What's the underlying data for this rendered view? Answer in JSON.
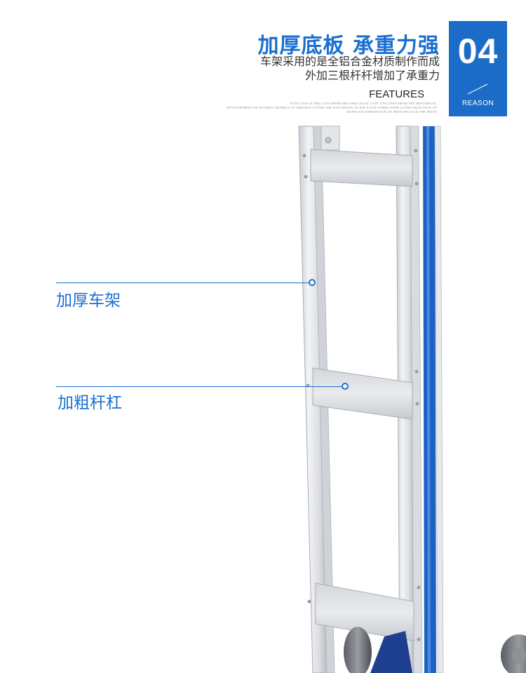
{
  "header": {
    "headline": "加厚底板 承重力强",
    "desc_line1": "车架采用的是全铝合金材质制作而成",
    "desc_line2": "外加三根杆杆增加了承重力",
    "features": "FEATURES",
    "fine_line1": "FUNCTION IS THE CUSTOMERS BECOME LEGAL UNIT UTILITIES FROM THE HISTORICAL",
    "fine_line2": "DEVELOPMENT OF SEVERAL MODELS OF ABSTRACT OVER THE PAST BEGIN TO SEE EACH OTHER OVER A STEP SELECTION OF",
    "fine_line3": "RAPID DECOMPOSITION OF DEEP SPACE IN THE PRICE"
  },
  "badge": {
    "number": "04",
    "label": "REASON",
    "color": "#1b6cc8"
  },
  "callouts": [
    {
      "label": "加厚车架"
    },
    {
      "label": "加粗杆杠"
    }
  ],
  "colors": {
    "accent": "#1a6fd0",
    "aluminum": "#dfe2e6",
    "rail_blue": "#1c62c4"
  }
}
